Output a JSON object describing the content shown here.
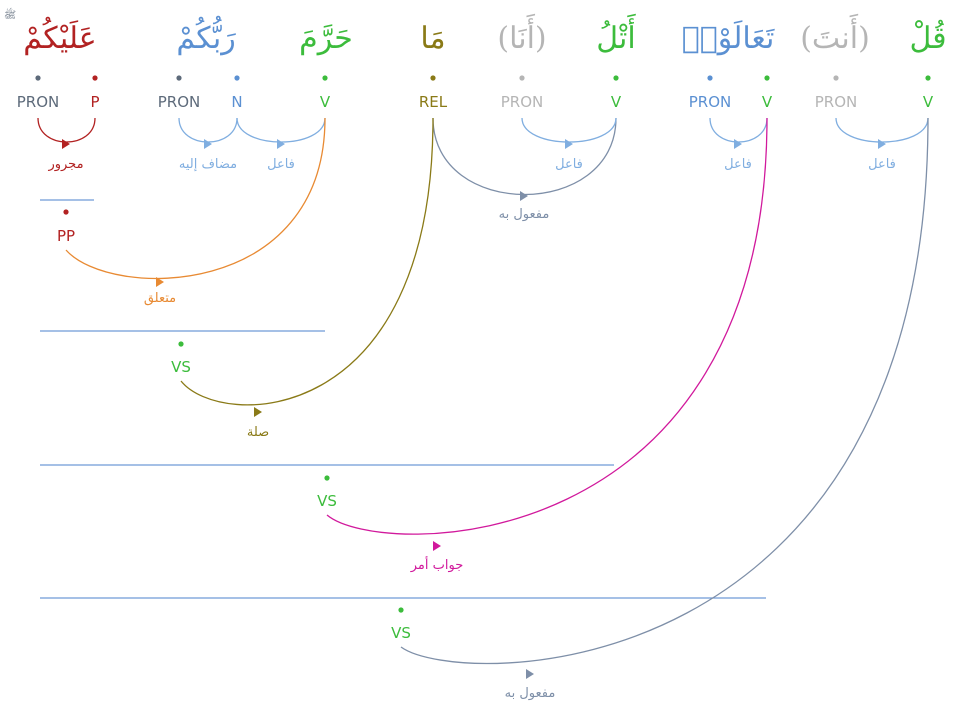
{
  "colors": {
    "verb": "#3cbc3c",
    "pron": "#5d6a7a",
    "noun": "#5b90d2",
    "hidden": "#b5b5b5",
    "rel": "#8a7a17",
    "prep": "#b22222",
    "orange": "#e88a33",
    "magenta": "#d1199c",
    "slate": "#7e8fa8",
    "olive": "#8a7a17",
    "blue_line": "#6f9ad8",
    "arrow_blue": "#80aee0"
  },
  "words": [
    {
      "id": "w-qul",
      "text": "قُلْ",
      "color": "verb"
    },
    {
      "id": "w-anta",
      "text": "(أَنتَ)",
      "color": "hidden"
    },
    {
      "id": "w-taalaw",
      "text": "تَعَالَوْا۟",
      "color": "noun"
    },
    {
      "id": "w-atlu",
      "text": "أَتْلُ",
      "color": "verb"
    },
    {
      "id": "w-ana",
      "text": "(أَنَا)",
      "color": "hidden"
    },
    {
      "id": "w-ma",
      "text": "مَا",
      "color": "rel"
    },
    {
      "id": "w-harrama",
      "text": "حَرَّمَ",
      "color": "verb"
    },
    {
      "id": "w-rabbukum",
      "text": "رَبُّكُمْ",
      "color": "noun"
    },
    {
      "id": "w-alaykum",
      "text": "عَلَيْكُمْ",
      "color": "prep"
    }
  ],
  "tokens": [
    {
      "id": "t-qul-v",
      "label": "V",
      "color": "verb"
    },
    {
      "id": "t-anta-pron",
      "label": "PRON",
      "color": "hidden"
    },
    {
      "id": "t-taalaw-v",
      "label": "V",
      "color": "verb"
    },
    {
      "id": "t-taalaw-pron",
      "label": "PRON",
      "color": "noun"
    },
    {
      "id": "t-atlu-v",
      "label": "V",
      "color": "verb"
    },
    {
      "id": "t-ana-pron",
      "label": "PRON",
      "color": "hidden"
    },
    {
      "id": "t-ma-rel",
      "label": "REL",
      "color": "rel"
    },
    {
      "id": "t-harrama-v",
      "label": "V",
      "color": "verb"
    },
    {
      "id": "t-rabb-n",
      "label": "N",
      "color": "noun"
    },
    {
      "id": "t-rabb-pron",
      "label": "PRON",
      "color": "pron"
    },
    {
      "id": "t-alay-p",
      "label": "P",
      "color": "prep"
    },
    {
      "id": "t-alay-pron",
      "label": "PRON",
      "color": "pron"
    }
  ],
  "phrases": [
    {
      "id": "p-pp",
      "label": "PP",
      "color": "prep"
    },
    {
      "id": "p-vs1",
      "label": "VS",
      "color": "verb"
    },
    {
      "id": "p-vs2",
      "label": "VS",
      "color": "verb"
    },
    {
      "id": "p-vs3",
      "label": "VS",
      "color": "verb"
    }
  ],
  "relations": [
    {
      "id": "r-majrur",
      "label": "مجرور",
      "color": "prep"
    },
    {
      "id": "r-mudaf",
      "label": "مضاف إليه",
      "color": "arrow_blue"
    },
    {
      "id": "r-fail-harrama",
      "label": "فاعل",
      "color": "arrow_blue"
    },
    {
      "id": "r-mafool-ma",
      "label": "مفعول به",
      "color": "slate"
    },
    {
      "id": "r-fail-atlu",
      "label": "فاعل",
      "color": "arrow_blue"
    },
    {
      "id": "r-fail-taalaw",
      "label": "فاعل",
      "color": "arrow_blue"
    },
    {
      "id": "r-fail-qul",
      "label": "فاعل",
      "color": "arrow_blue"
    },
    {
      "id": "r-mutaallaq",
      "label": "متعلق",
      "color": "orange"
    },
    {
      "id": "r-sila",
      "label": "صلة",
      "color": "olive"
    },
    {
      "id": "r-jawab",
      "label": "جواب أمر",
      "color": "magenta"
    },
    {
      "id": "r-mafool-qul",
      "label": "مفعول به",
      "color": "slate"
    }
  ],
  "marks": {
    "salla": "ﷺ"
  }
}
